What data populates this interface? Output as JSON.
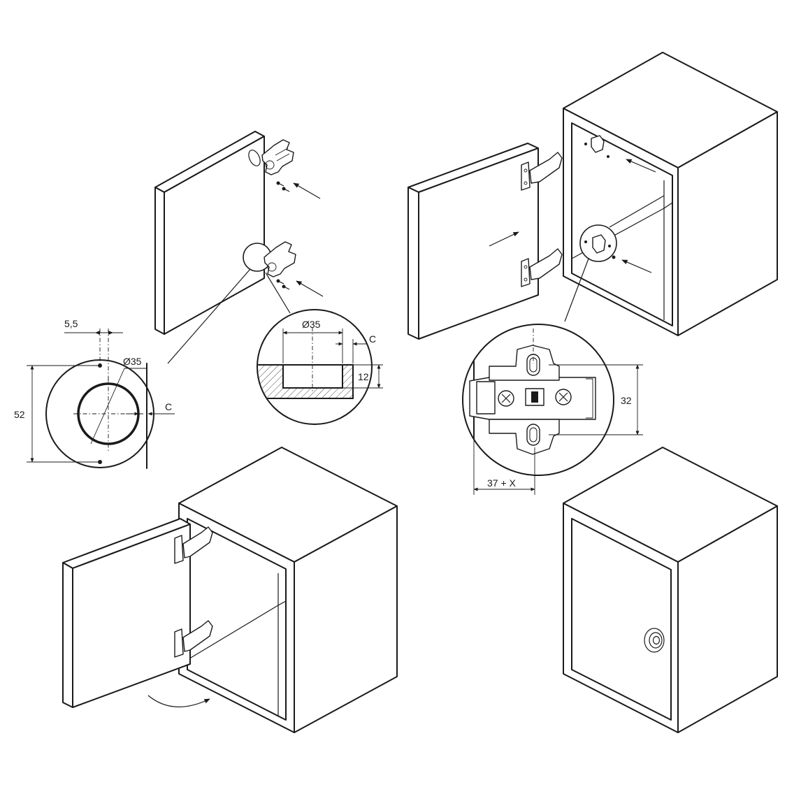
{
  "dimensions": {
    "hole_offset": "5,5",
    "hole_diameter_left": "Ø35",
    "door_edge_gap_left": "C",
    "screw_spacing": "52",
    "cup_diameter": "Ø35",
    "cup_edge_gap": "C",
    "cup_depth": "12",
    "plate_spacing": "32",
    "plate_offset": "37 + X"
  }
}
